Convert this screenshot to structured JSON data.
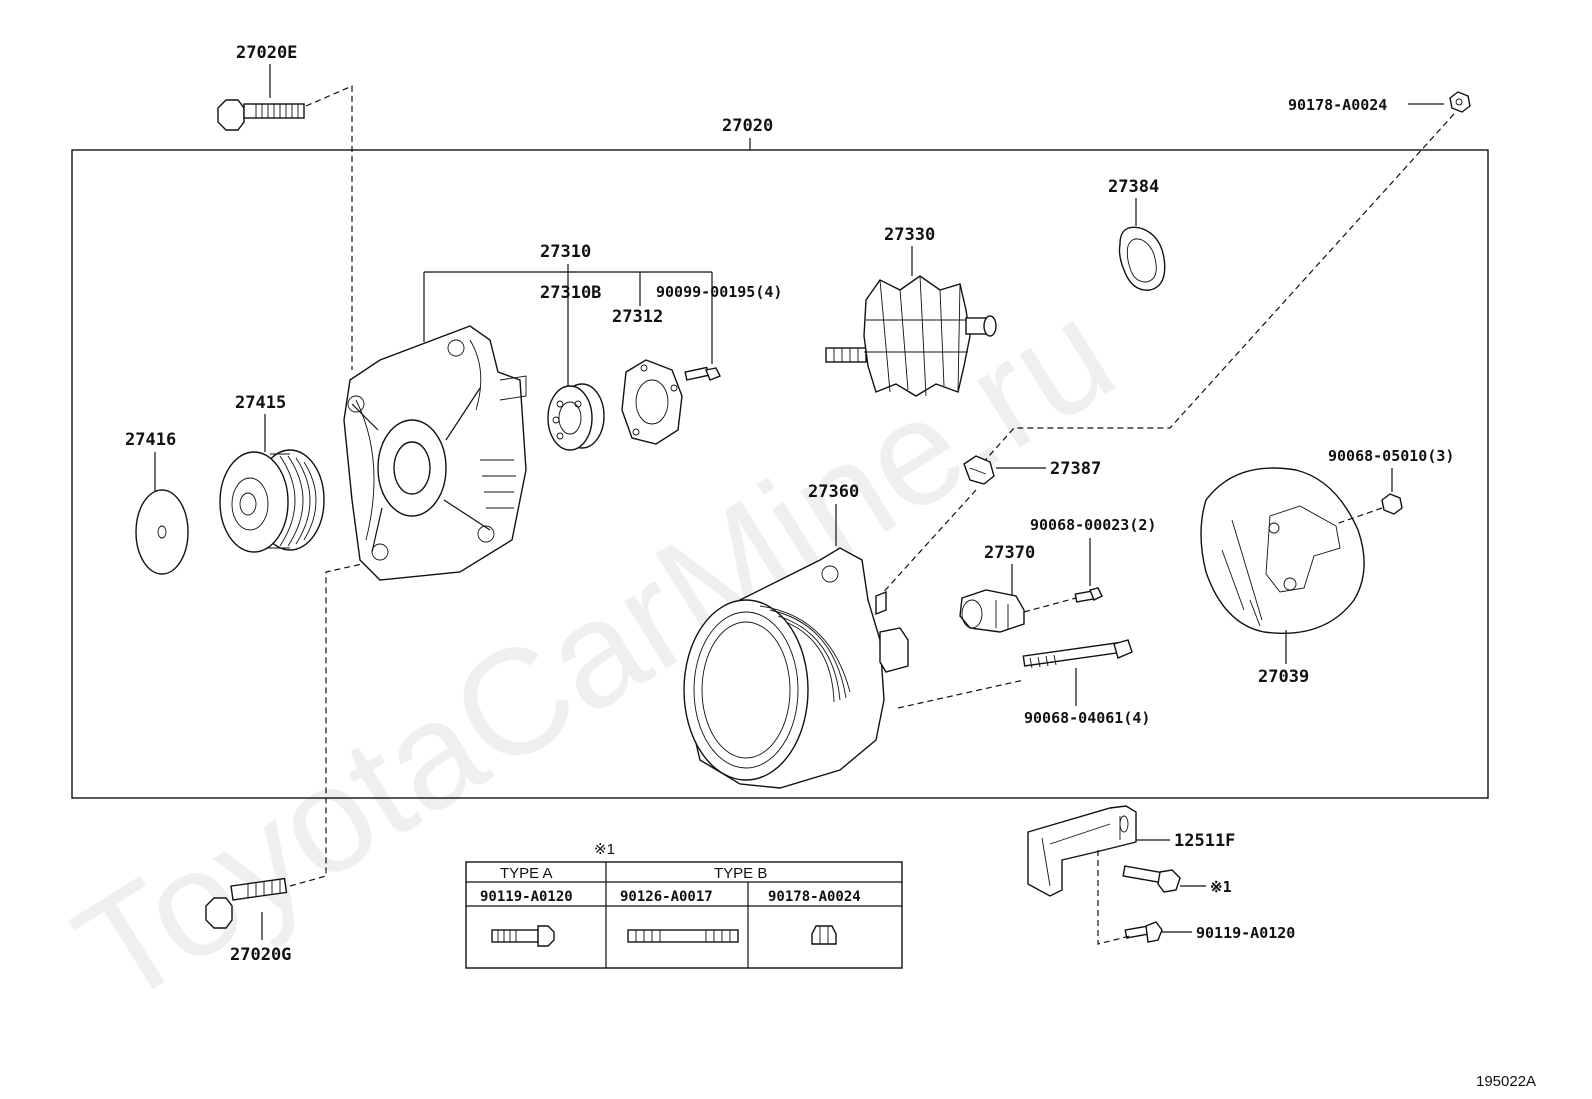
{
  "watermark": "ToyotaCarMine.ru",
  "reference_code": "195022A",
  "labels": {
    "p27020": "27020",
    "p27020E": "27020E",
    "p27020G": "27020G",
    "p90178_top": "90178-A0024",
    "p27384": "27384",
    "p27330": "27330",
    "p27310": "27310",
    "p27310B": "27310B",
    "p90099": "90099-00195(4)",
    "p27312": "27312",
    "p27415": "27415",
    "p27416": "27416",
    "p27387": "27387",
    "p27360": "27360",
    "p90068_05010": "90068-05010(3)",
    "p90068_00023": "90068-00023(2)",
    "p27370": "27370",
    "p27039": "27039",
    "p90068_04061": "90068-04061(4)",
    "p12511F": "12511F",
    "p_note1_bolt": "※1",
    "p90119_side": "90119-A0120"
  },
  "type_table": {
    "note": "※1",
    "type_a": "TYPE A",
    "type_b": "TYPE B",
    "col1": "90119-A0120",
    "col2": "90126-A0017",
    "col3": "90178-A0024"
  }
}
